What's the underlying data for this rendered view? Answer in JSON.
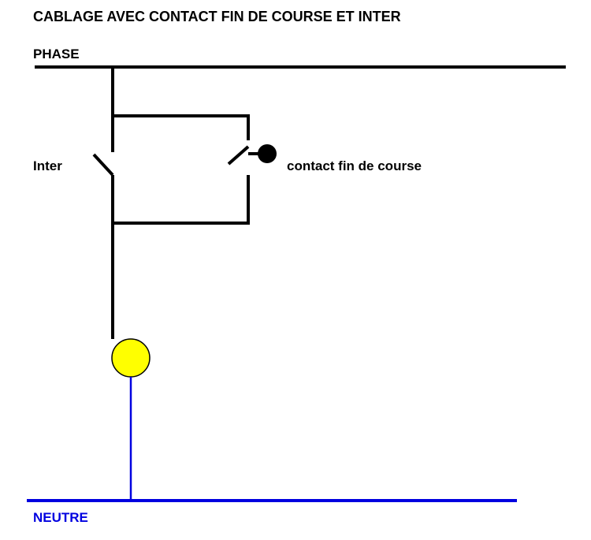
{
  "diagram": {
    "title": "CABLAGE AVEC CONTACT FIN DE COURSE ET INTER",
    "labels": {
      "phase": "PHASE",
      "inter": "Inter",
      "contact": "contact fin de course",
      "neutre": "NEUTRE"
    },
    "colors": {
      "phase_wire": "#000000",
      "neutral_wire": "#0000e0",
      "lamp_fill": "#ffff00",
      "lamp_stroke": "#000000",
      "contact_knob": "#000000"
    }
  }
}
